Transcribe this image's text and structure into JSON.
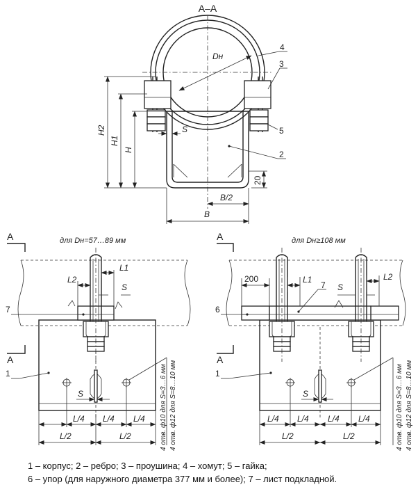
{
  "section": {
    "title": "А–А"
  },
  "top_view": {
    "dims": {
      "dn": "Dн",
      "h2": "H2",
      "h1": "H1",
      "h": "H",
      "s": "S",
      "b_half": "B/2",
      "b": "B",
      "gap20": "20"
    },
    "callouts": {
      "c4": "4",
      "c3": "3",
      "c5": "5",
      "c2": "2"
    }
  },
  "left_view": {
    "section_mark": "А",
    "caption": "для Dн=57…89 мм",
    "dims": {
      "l1": "L1",
      "l2": "L2",
      "s": "S",
      "s_slot": "S",
      "l4": "L/4",
      "l2half": "L/2"
    },
    "callouts": {
      "c7": "7",
      "c1": "1"
    },
    "holes_note_1": "4 отв. ф10 для S=3…6 мм",
    "holes_note_2": "4 отв. ф12 для S=8…10 мм"
  },
  "right_view": {
    "section_mark": "А",
    "caption": "для Dн≥108 мм",
    "dims": {
      "d200": "200",
      "l1": "L1",
      "l2": "L2",
      "s": "S",
      "s_slot": "S",
      "l4": "L/4",
      "l2half": "L/2"
    },
    "callouts": {
      "c7": "7",
      "c6": "6",
      "c1": "1"
    },
    "holes_note_1": "4 отв. ф10 для S=3…6 мм",
    "holes_note_2": "4 отв. ф12 для S=8…10 мм"
  },
  "legend": {
    "line1": "1 – корпус;  2 – ребро;  3 – проушина;  4 – хомут;  5 – гайка;",
    "line2": "6 – упор (для наружного диаметра 377 мм и более);  7 – лист подкладной."
  }
}
